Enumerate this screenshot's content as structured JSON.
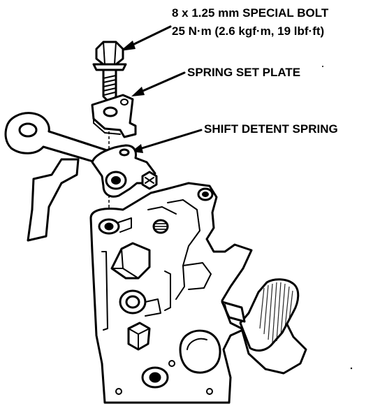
{
  "callouts": {
    "bolt_line1": "8 x 1.25 mm SPECIAL BOLT",
    "bolt_line2": "25 N·m (2.6 kgf·m, 19 lbf·ft)",
    "spring_set_plate": "SPRING SET PLATE",
    "shift_detent_spring": "SHIFT DETENT SPRING"
  }
}
